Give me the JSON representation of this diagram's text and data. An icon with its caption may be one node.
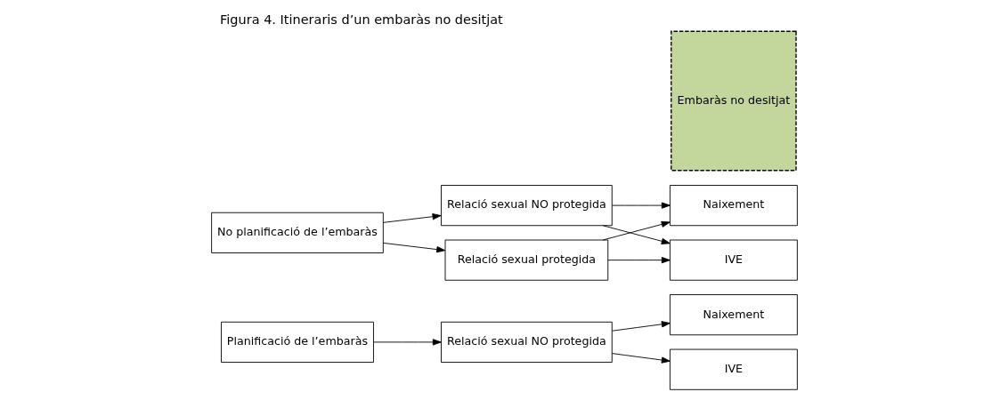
{
  "diagram": {
    "title": "Figura 4. Itineraris d’un embaràs no desitjat",
    "nodes": [
      {
        "text": [
          "Planificació de l’embaràs"
        ]
      },
      {
        "text": [
          "No planificació de l’embaràs"
        ]
      },
      {
        "text": [
          "Relació sexual NO protegida"
        ]
      },
      {
        "text": [
          "Relació sexual NO protegida"
        ]
      },
      {
        "text": [
          "Relació sexual protegida"
        ]
      },
      {
        "text": [
          "Embaràs no desitjat"
        ]
      },
      {
        "text": [
          "Naixement"
        ]
      },
      {
        "text": [
          "IVE"
        ]
      },
      {
        "text": [
          "Naixement"
        ]
      },
      {
        "text": [
          "IVE"
        ]
      }
    ],
    "edges": [
      {
        "from": 0,
        "to": 2,
        "arrow": "to"
      },
      {
        "from": 1,
        "to": 3,
        "arrow": "to"
      },
      {
        "from": 1,
        "to": 4,
        "arrow": "to"
      },
      {
        "from": 2,
        "to": 6,
        "arrow": "to"
      },
      {
        "from": 2,
        "to": 7,
        "arrow": "to"
      },
      {
        "from": 3,
        "to": 8,
        "arrow": "to"
      },
      {
        "from": 3,
        "to": 9,
        "arrow": "to"
      },
      {
        "from": 4,
        "to": 8,
        "arrow": "to"
      },
      {
        "from": 4,
        "to": 9,
        "arrow": "to"
      }
    ]
  }
}
